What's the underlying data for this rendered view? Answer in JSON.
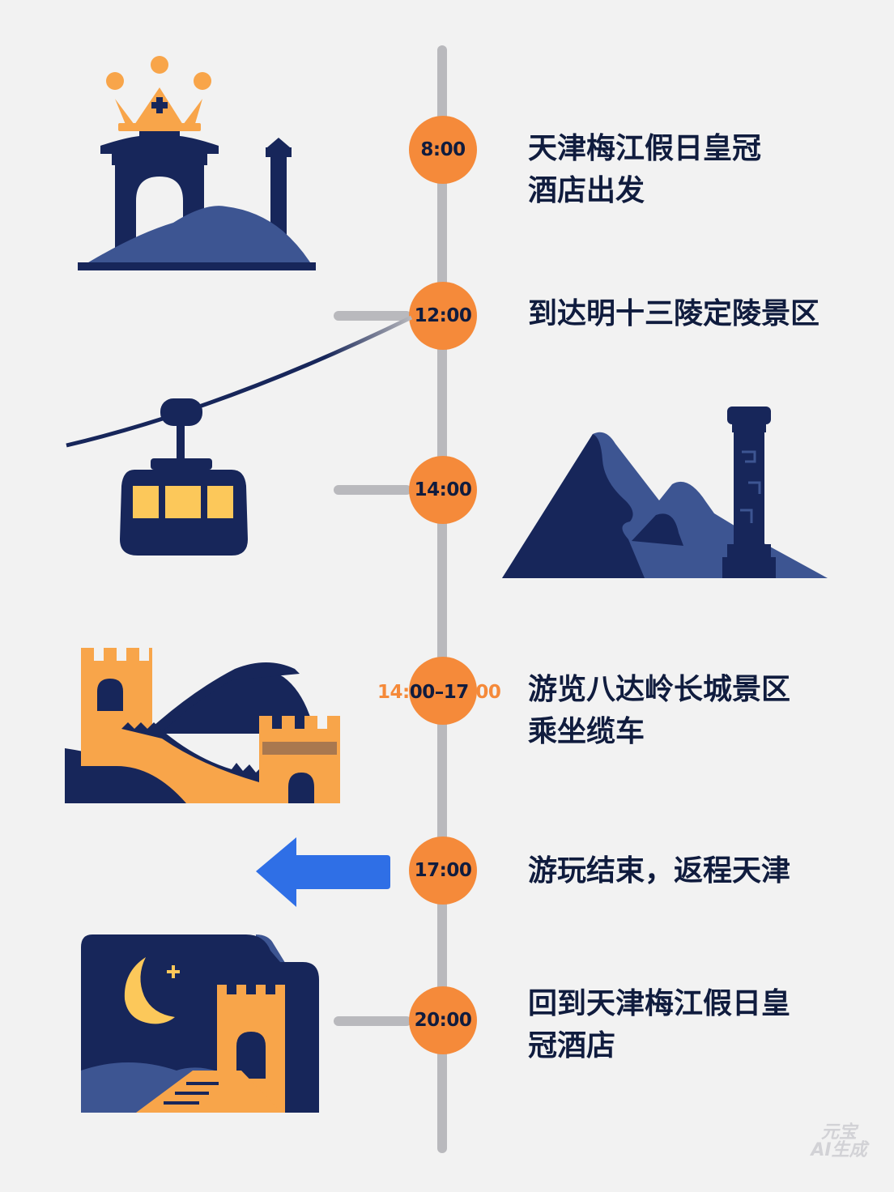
{
  "colors": {
    "background": "#f2f2f2",
    "timeline": "#b9b9bd",
    "badge": "#f58a3a",
    "navy": "#17265a",
    "slate": "#3d5592",
    "amber": "#f8a54a",
    "arrow": "#2f6fe6"
  },
  "timeline": {
    "stops": [
      {
        "time": "8:00",
        "lines": [
          "天津梅江假日皇冠",
          "酒店出发"
        ]
      },
      {
        "time": "12:00",
        "lines": [
          "到达明十三陵定陵景区"
        ]
      },
      {
        "time": "14:00",
        "lines": []
      },
      {
        "time": "",
        "time_range": {
          "start": "14:",
          "middle": "00–17",
          "end": ":00"
        },
        "lines": [
          "游览八达岭长城景区",
          "乘坐缆车"
        ]
      },
      {
        "time": "17:00",
        "lines": [
          "游玩结束，返程天津"
        ]
      },
      {
        "time": "20:00",
        "lines": [
          "回到天津梅江假日皇",
          "冠酒店"
        ]
      }
    ]
  },
  "illustrations": [
    {
      "icon": "crown-gate-mountain-icon"
    },
    {
      "icon": "cable-car-icon"
    },
    {
      "icon": "mountain-watchtower-icon"
    },
    {
      "icon": "great-wall-icon"
    },
    {
      "icon": "left-arrow-icon"
    },
    {
      "icon": "night-great-wall-icon"
    }
  ],
  "watermark": {
    "line1": "元宝",
    "line2": "AI生成"
  }
}
